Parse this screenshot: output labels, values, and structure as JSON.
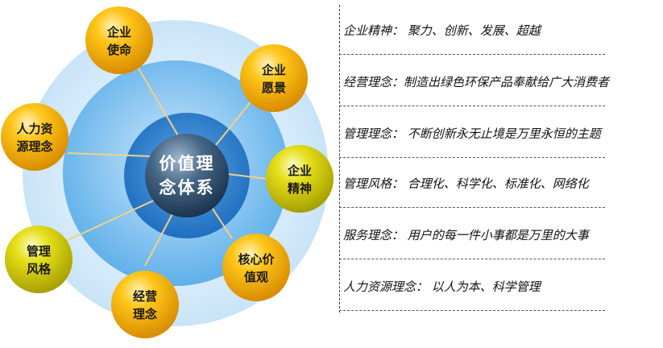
{
  "center": {
    "line1": "价值理",
    "line2": "念体系"
  },
  "orbs": [
    {
      "id": "mission",
      "line1": "企业",
      "line2": "使命",
      "color": "orange"
    },
    {
      "id": "vision",
      "line1": "企业",
      "line2": "愿景",
      "color": "orange"
    },
    {
      "id": "spirit",
      "line1": "企业",
      "line2": "精神",
      "color": "yellow"
    },
    {
      "id": "values",
      "line1": "核心价",
      "line2": "值观",
      "color": "orange"
    },
    {
      "id": "operation",
      "line1": "经营",
      "line2": "理念",
      "color": "orange"
    },
    {
      "id": "style",
      "line1": "管理",
      "line2": "风格",
      "color": "yellow"
    },
    {
      "id": "hr",
      "line1": "人力资",
      "line2": "源理念",
      "color": "orange"
    }
  ],
  "items": [
    {
      "text": "企业精神： 聚力、创新、发展、超越"
    },
    {
      "text": "经营理念：制造出绿色环保产品奉献给广大消费者"
    },
    {
      "text": "管理理念： 不断创新永无止境是万里永恒的主题"
    },
    {
      "text": "管理风格： 合理化、科学化、标准化、网络化"
    },
    {
      "text": "服务理念： 用户的每一件小事都是万里的大事"
    },
    {
      "text": "人力资源理念： 以人为本、科学管理"
    }
  ],
  "colors": {
    "ring_outer": "#d6ebfa",
    "ring_mid": "#8ec8f0",
    "ring_inner": "#3b8bd4",
    "center": "#3d5a75",
    "orange_orb": "#f0a800",
    "yellow_orb": "#d4cc10",
    "connector": "#f3cf88"
  }
}
